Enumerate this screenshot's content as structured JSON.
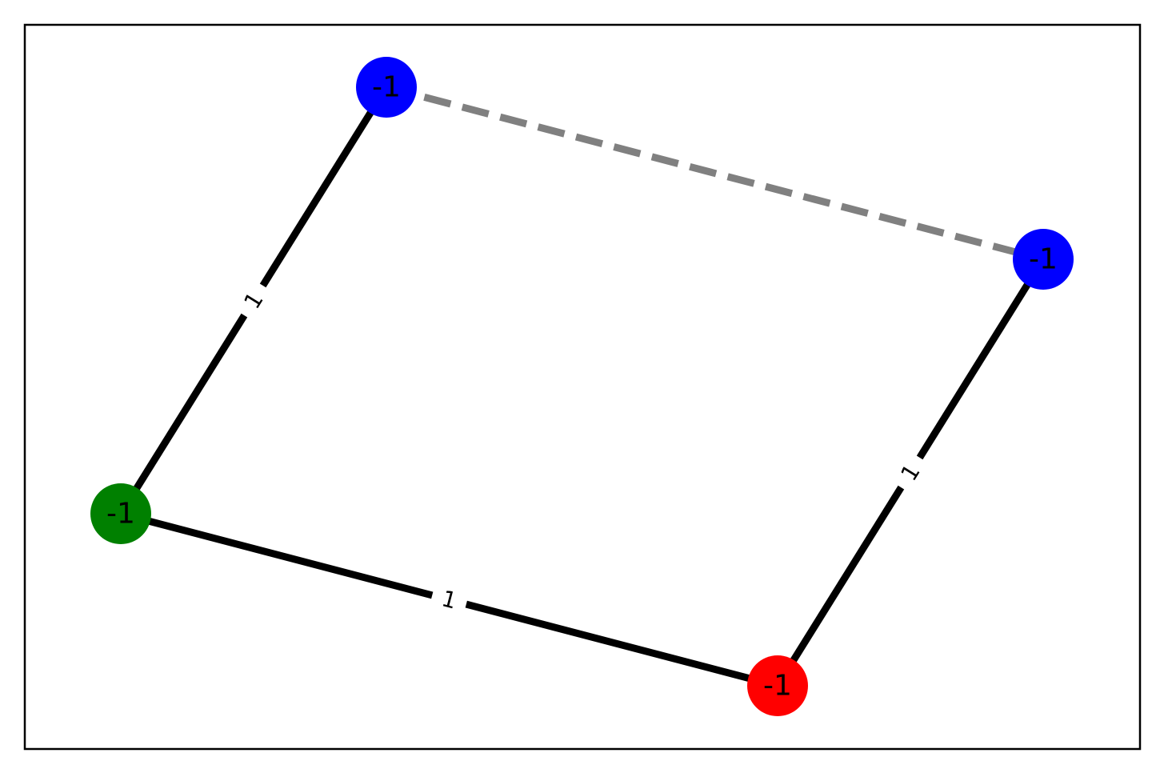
{
  "graph": {
    "nodes": [
      {
        "id": "n1",
        "label": "-1",
        "color": "#0000ff"
      },
      {
        "id": "n2",
        "label": "-1",
        "color": "#0000ff"
      },
      {
        "id": "n3",
        "label": "-1",
        "color": "#008000"
      },
      {
        "id": "n4",
        "label": "-1",
        "color": "#ff0000"
      }
    ],
    "edges": [
      {
        "source": "n1",
        "target": "n3",
        "label": "1",
        "style": "solid",
        "color": "#000000"
      },
      {
        "source": "n3",
        "target": "n4",
        "label": "1",
        "style": "solid",
        "color": "#000000"
      },
      {
        "source": "n4",
        "target": "n2",
        "label": "1",
        "style": "solid",
        "color": "#000000"
      },
      {
        "source": "n1",
        "target": "n2",
        "label": "",
        "style": "dashed",
        "color": "#808080"
      }
    ]
  }
}
